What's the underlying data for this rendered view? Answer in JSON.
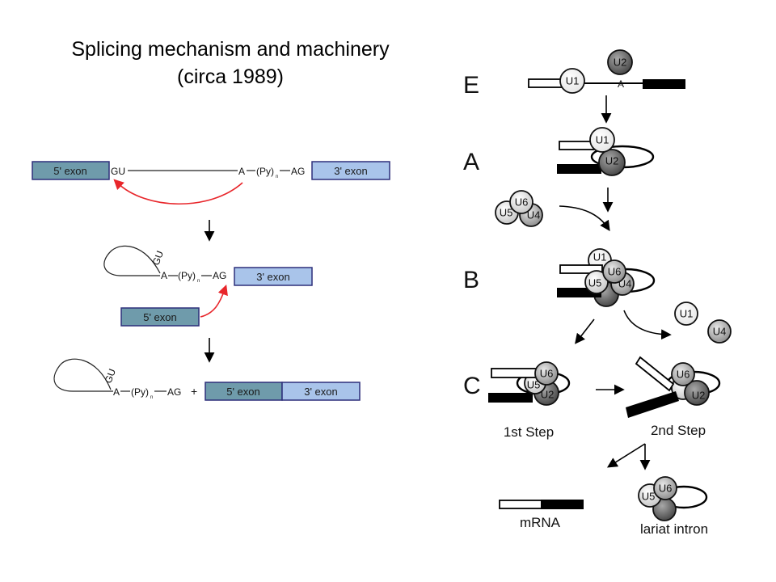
{
  "title": {
    "line1": "Splicing mechanism and machinery",
    "line2": "(circa 1989)"
  },
  "colors": {
    "exon5_fill": "#6f9bab",
    "exon3_fill": "#a9c4ea",
    "exon_border": "#2d2f7a",
    "red_arrow": "#e8262b"
  },
  "left_panel": {
    "step1": {
      "exon5": "5' exon",
      "splice_site5": "GU",
      "branch": "A",
      "py": "(Py)",
      "py_sub": "n",
      "splice_site3": "AG",
      "exon3": "3' exon"
    },
    "step2": {
      "loop_label": "GU",
      "branch": "A",
      "py": "(Py)",
      "py_sub": "n",
      "splice_site3": "AG",
      "exon3": "3' exon",
      "free_exon5": "5' exon"
    },
    "step3": {
      "loop_label": "GU",
      "branch": "A",
      "py": "(Py)",
      "py_sub": "n",
      "splice_site3": "AG",
      "plus": "+",
      "exon5": "5' exon",
      "exon3": "3' exon"
    }
  },
  "right_panel": {
    "stages": {
      "E": "E",
      "A": "A",
      "B": "B",
      "C": "C"
    },
    "snrnps": {
      "U1": "U1",
      "U2": "U2",
      "U4": "U4",
      "U5": "U5",
      "U6": "U6"
    },
    "branch_label": "A",
    "labels": {
      "first_step": "1st Step",
      "second_step": "2nd Step",
      "mrna": "mRNA",
      "lariat": "lariat intron"
    }
  }
}
